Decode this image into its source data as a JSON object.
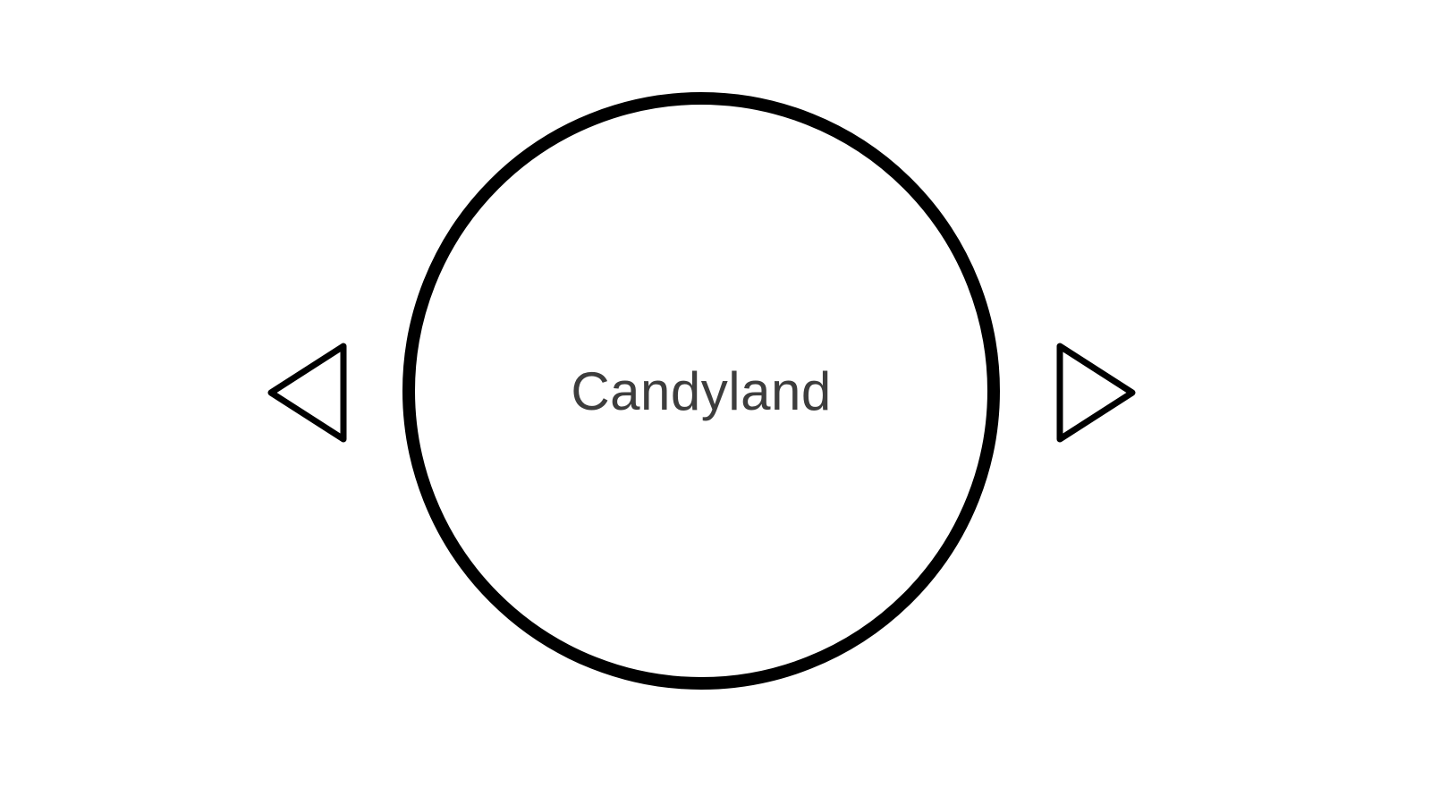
{
  "carousel": {
    "selected_item_label": "Candyland",
    "prev_button_name": "previous",
    "next_button_name": "next",
    "colors": {
      "outline": "#000000",
      "label_text": "#3d3d3d",
      "background": "#ffffff"
    }
  }
}
